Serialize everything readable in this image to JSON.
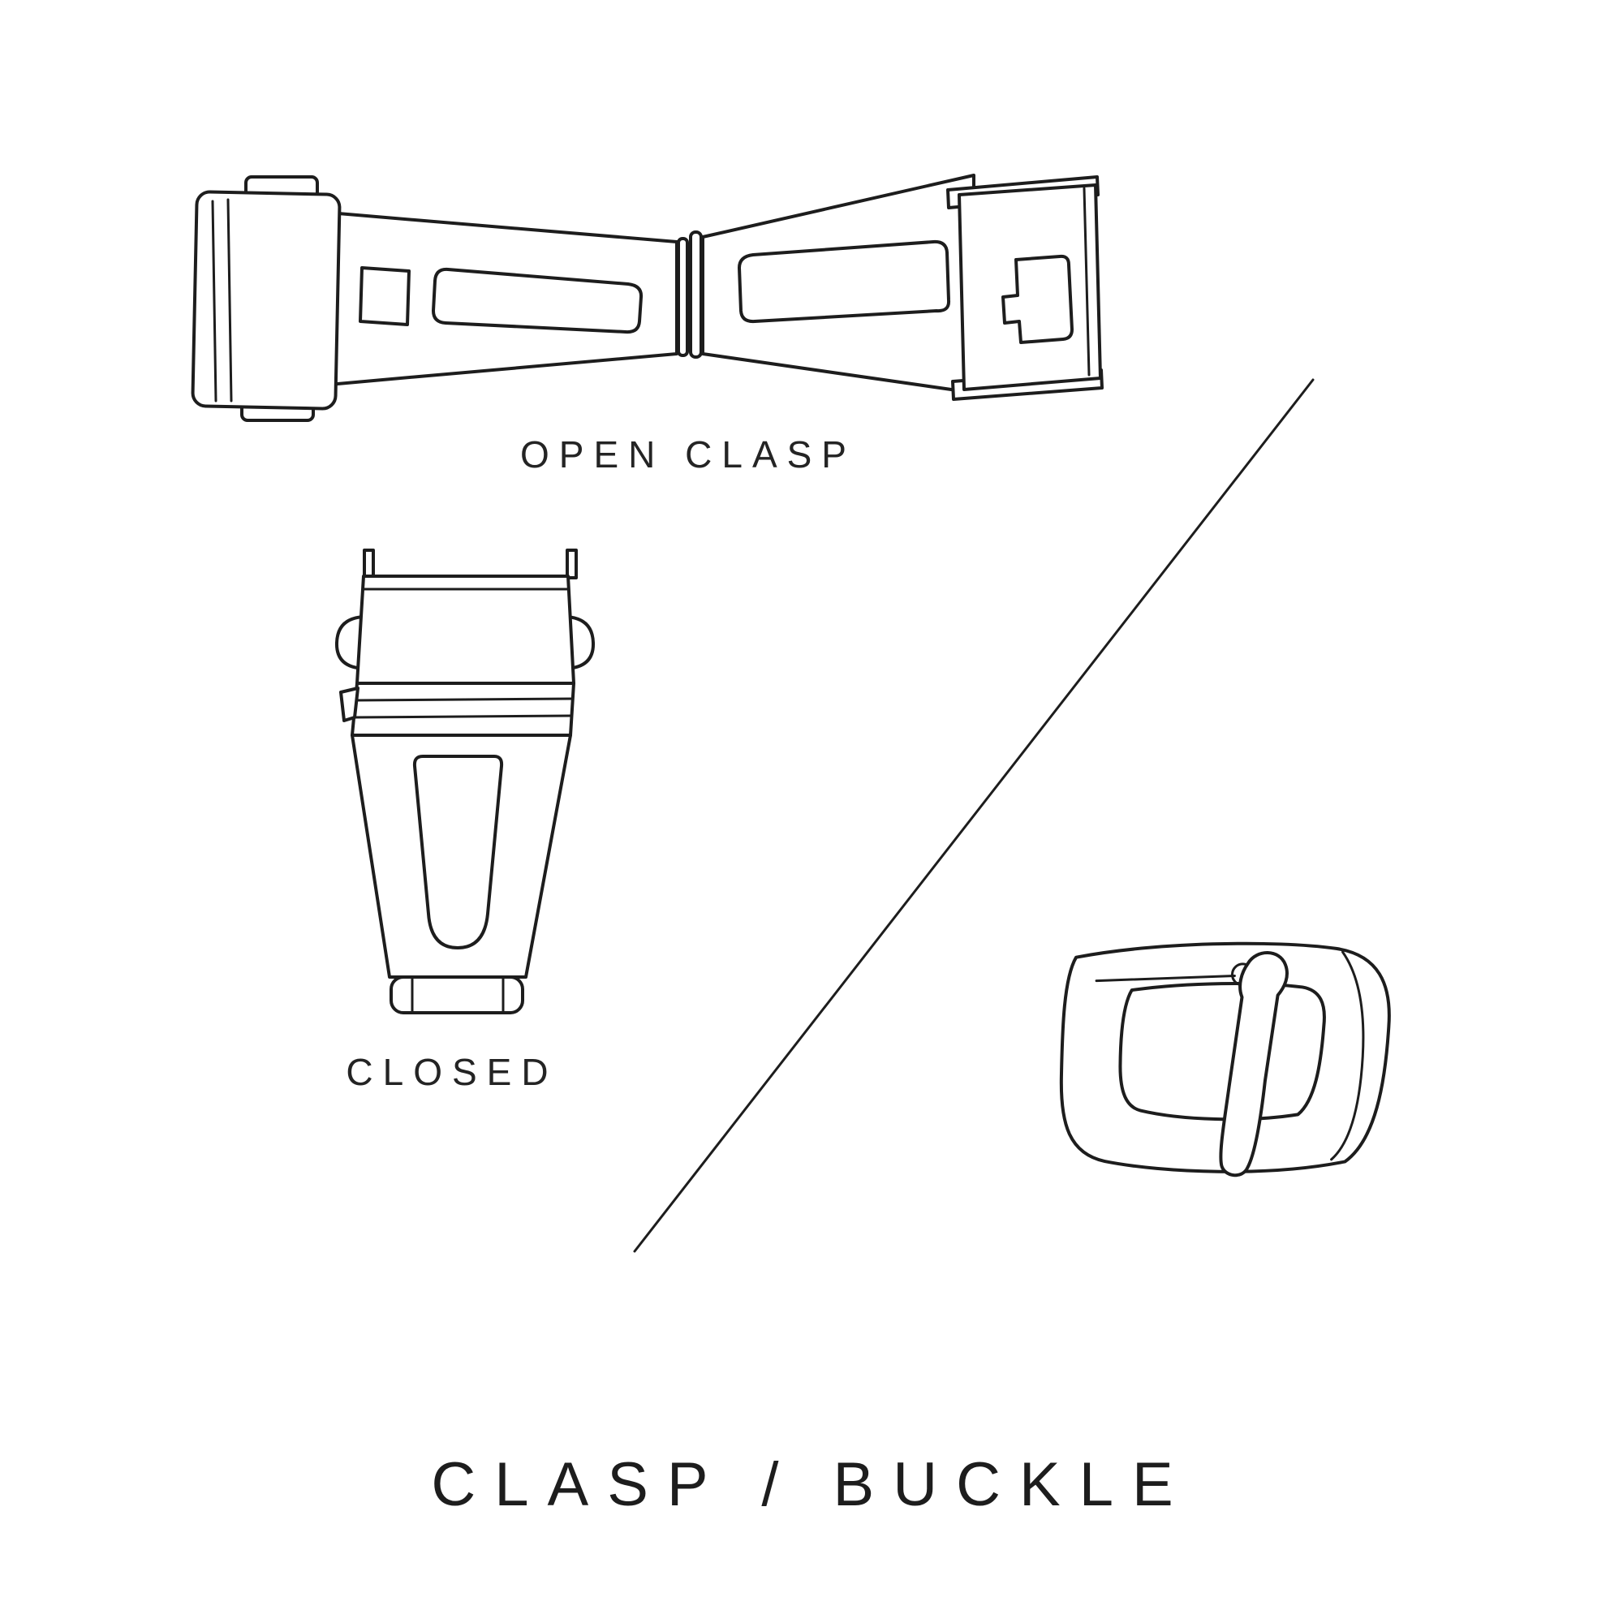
{
  "canvas": {
    "background_color": "#ffffff",
    "ink_color": "#1d1d1d"
  },
  "captions": {
    "open_clasp": "OPEN CLASP",
    "closed_clasp": "CLOSED"
  },
  "title": "CLASP / BUCKLE"
}
